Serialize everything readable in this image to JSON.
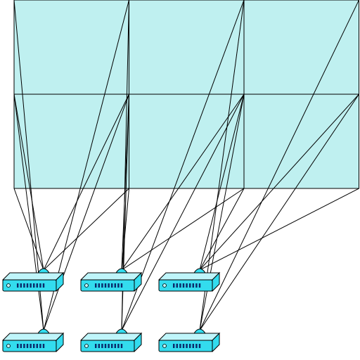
{
  "diagram": {
    "screen_grid": {
      "rows": 2,
      "cols": 3
    },
    "colors": {
      "screen_fill": "#bff0f0",
      "screen_stroke": "#000000",
      "beam_stroke": "#000000",
      "projector_fill": "#33dcee",
      "projector_highlight": "#bff5fa",
      "projector_stroke": "#000000",
      "vent_fill": "#0a2a6a",
      "background": "#ffffff"
    },
    "projectors": [
      {
        "id": "projector-row1-col1"
      },
      {
        "id": "projector-row1-col2"
      },
      {
        "id": "projector-row1-col3"
      },
      {
        "id": "projector-row2-col1"
      },
      {
        "id": "projector-row2-col2"
      },
      {
        "id": "projector-row2-col3"
      }
    ]
  }
}
